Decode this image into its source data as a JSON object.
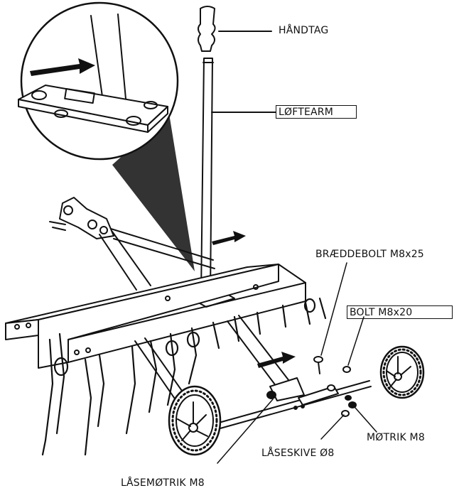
{
  "labels": {
    "handle": "HÅNDTAG",
    "lift_arm": "LØFTEARM",
    "board_bolt": "BRÆDDEBOLT M8x25",
    "bolt": "BOLT M8x20",
    "nut": "MØTRIK M8",
    "lock_washer": "LÅSESKIVE Ø8",
    "lock_nut": "LÅSEMØTRIK M8"
  },
  "colors": {
    "ink": "#111111",
    "paper": "#ffffff",
    "callout_fill": "#222222"
  }
}
